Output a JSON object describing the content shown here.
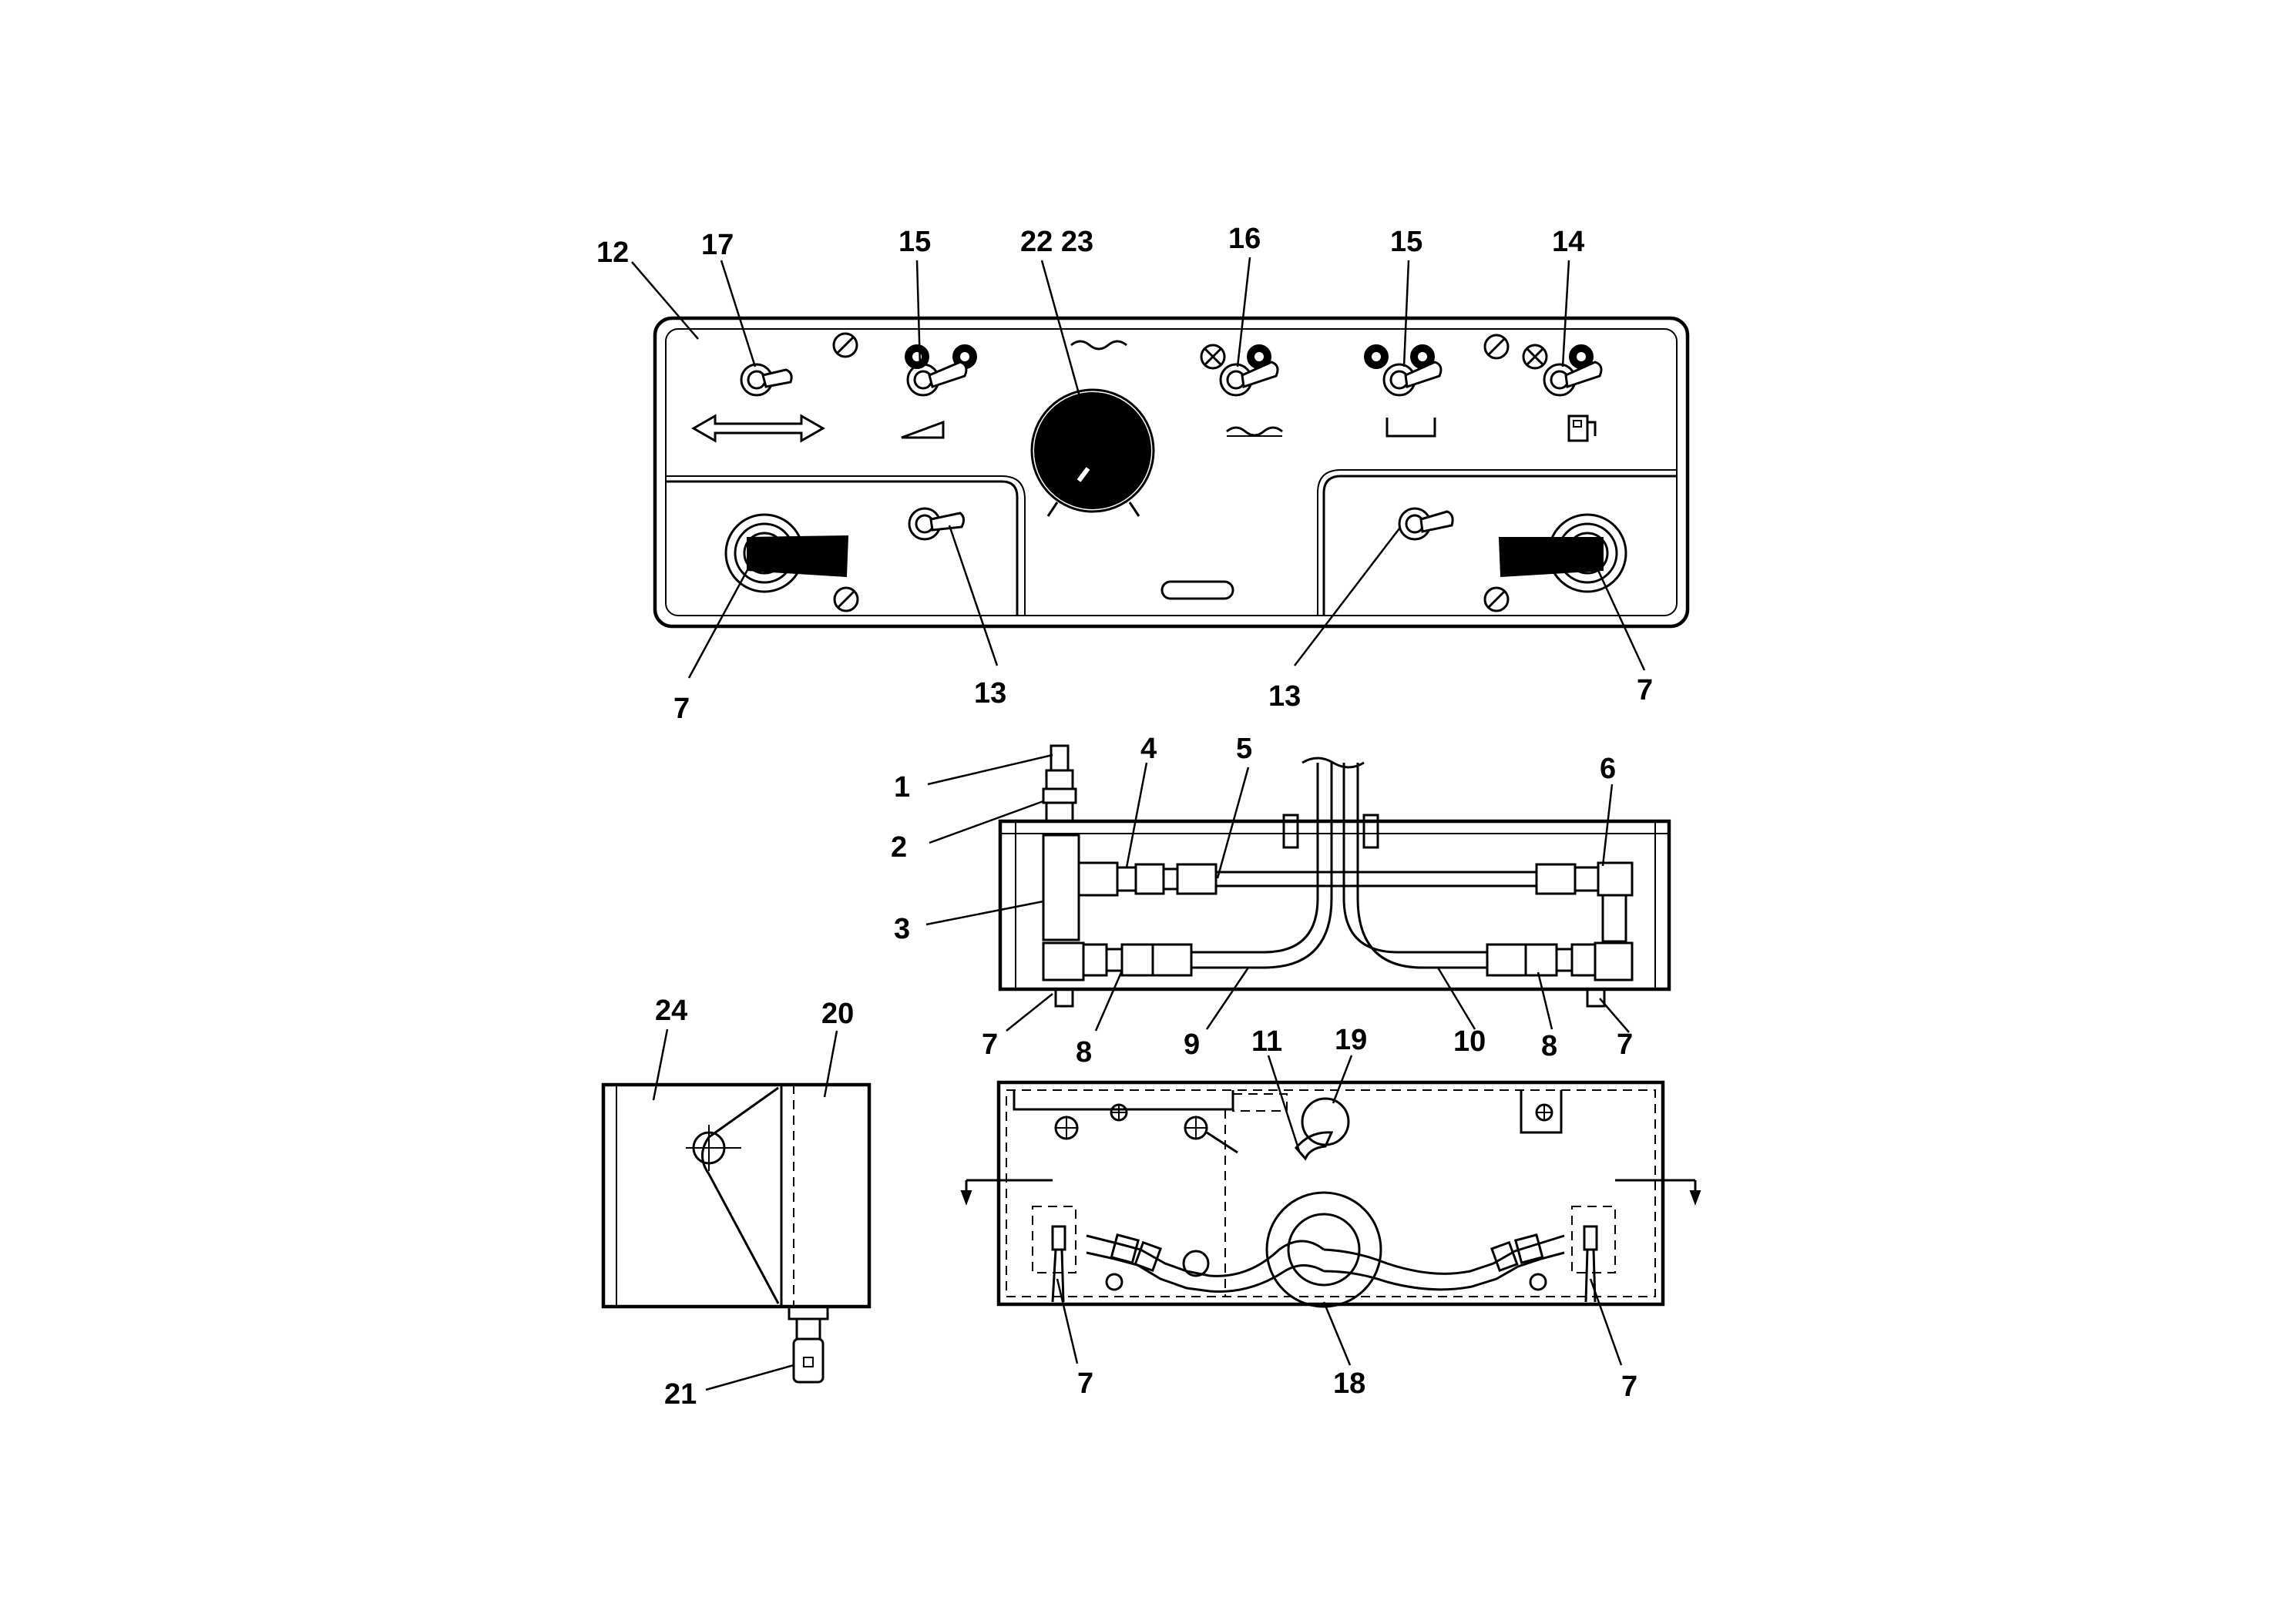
{
  "callouts": {
    "c1": "1",
    "c2": "2",
    "c3": "3",
    "c4": "4",
    "c5": "5",
    "c6": "6",
    "c7": "7",
    "c8": "8",
    "c9": "9",
    "c10": "10",
    "c11": "11",
    "c12": "12",
    "c13": "13",
    "c14": "14",
    "c15": "15",
    "c16": "16",
    "c17": "17",
    "c18": "18",
    "c19": "19",
    "c20": "20",
    "c21": "21",
    "c22_23": "22 23",
    "c24": "24"
  },
  "icons": {
    "panel": [
      "double-arrow-icon",
      "wedge-icon",
      "knob-scale-icon",
      "wave-icon",
      "tray-icon",
      "fuel-pump-icon",
      "thermometer-icon",
      "no-symbol-icon"
    ],
    "parts": [
      "toggle-switch",
      "rotary-knob",
      "rocker-switch",
      "screw",
      "fitting",
      "hose",
      "key"
    ]
  },
  "colors": {
    "line": "#000000",
    "background": "#ffffff"
  }
}
